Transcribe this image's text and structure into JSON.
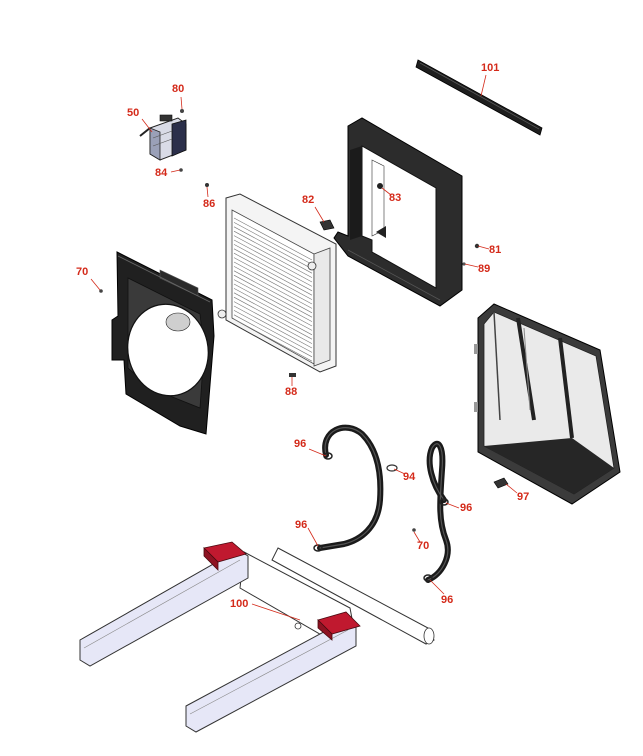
{
  "colors": {
    "callout": "#d42a1a",
    "leader": "#d42a1a",
    "part_dark": "#262626",
    "part_frame": "#3a3a3a",
    "rail_fill": "#e6e7f7",
    "bracket_red": "#c0192f",
    "radiator_fill": "#f4f4f4"
  },
  "callouts": [
    {
      "key": "c101",
      "label": "101"
    },
    {
      "key": "c80",
      "label": "80"
    },
    {
      "key": "c50",
      "label": "50"
    },
    {
      "key": "c84",
      "label": "84"
    },
    {
      "key": "c86",
      "label": "86"
    },
    {
      "key": "c82",
      "label": "82"
    },
    {
      "key": "c83",
      "label": "83"
    },
    {
      "key": "c81",
      "label": "81"
    },
    {
      "key": "c89",
      "label": "89"
    },
    {
      "key": "c70a",
      "label": "70"
    },
    {
      "key": "c88",
      "label": "88"
    },
    {
      "key": "c96a",
      "label": "96"
    },
    {
      "key": "c94",
      "label": "94"
    },
    {
      "key": "c96b",
      "label": "96"
    },
    {
      "key": "c97",
      "label": "97"
    },
    {
      "key": "c96c",
      "label": "96"
    },
    {
      "key": "c70b",
      "label": "70"
    },
    {
      "key": "c100",
      "label": "100"
    },
    {
      "key": "c96d",
      "label": "96"
    }
  ]
}
